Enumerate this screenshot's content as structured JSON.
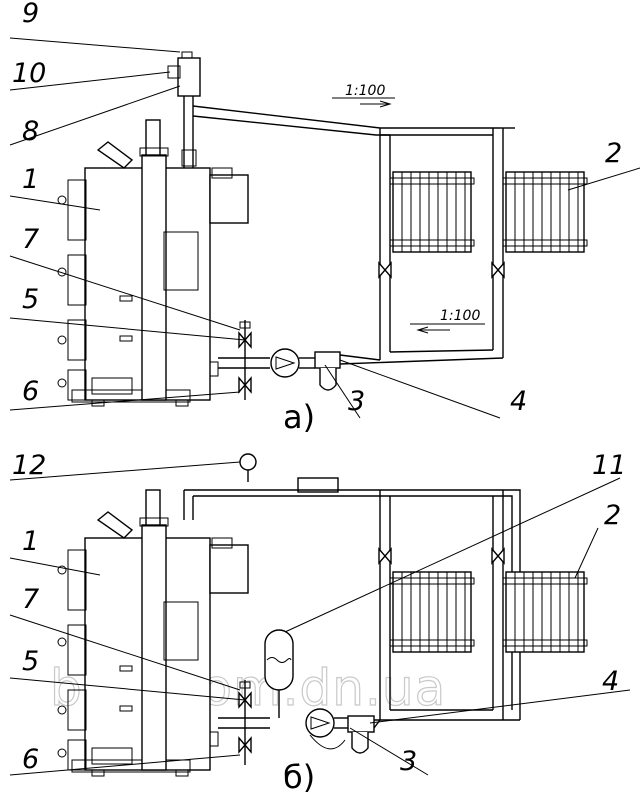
{
  "diagram_a": {
    "labels": {
      "n9": "9",
      "n10": "10",
      "n8": "8",
      "n1": "1",
      "n7": "7",
      "n5": "5",
      "n6": "6",
      "n2": "2",
      "n3": "3",
      "n4": "4"
    },
    "slope_top": "1:100",
    "slope_bottom": "1:100",
    "caption": "а)"
  },
  "diagram_b": {
    "labels": {
      "n12": "12",
      "n11": "11",
      "n2": "2",
      "n1": "1",
      "n7": "7",
      "n5": "5",
      "n4": "4",
      "n6": "6",
      "n3": "3"
    },
    "caption": "б)"
  },
  "watermark": "budprom.dn.ua"
}
